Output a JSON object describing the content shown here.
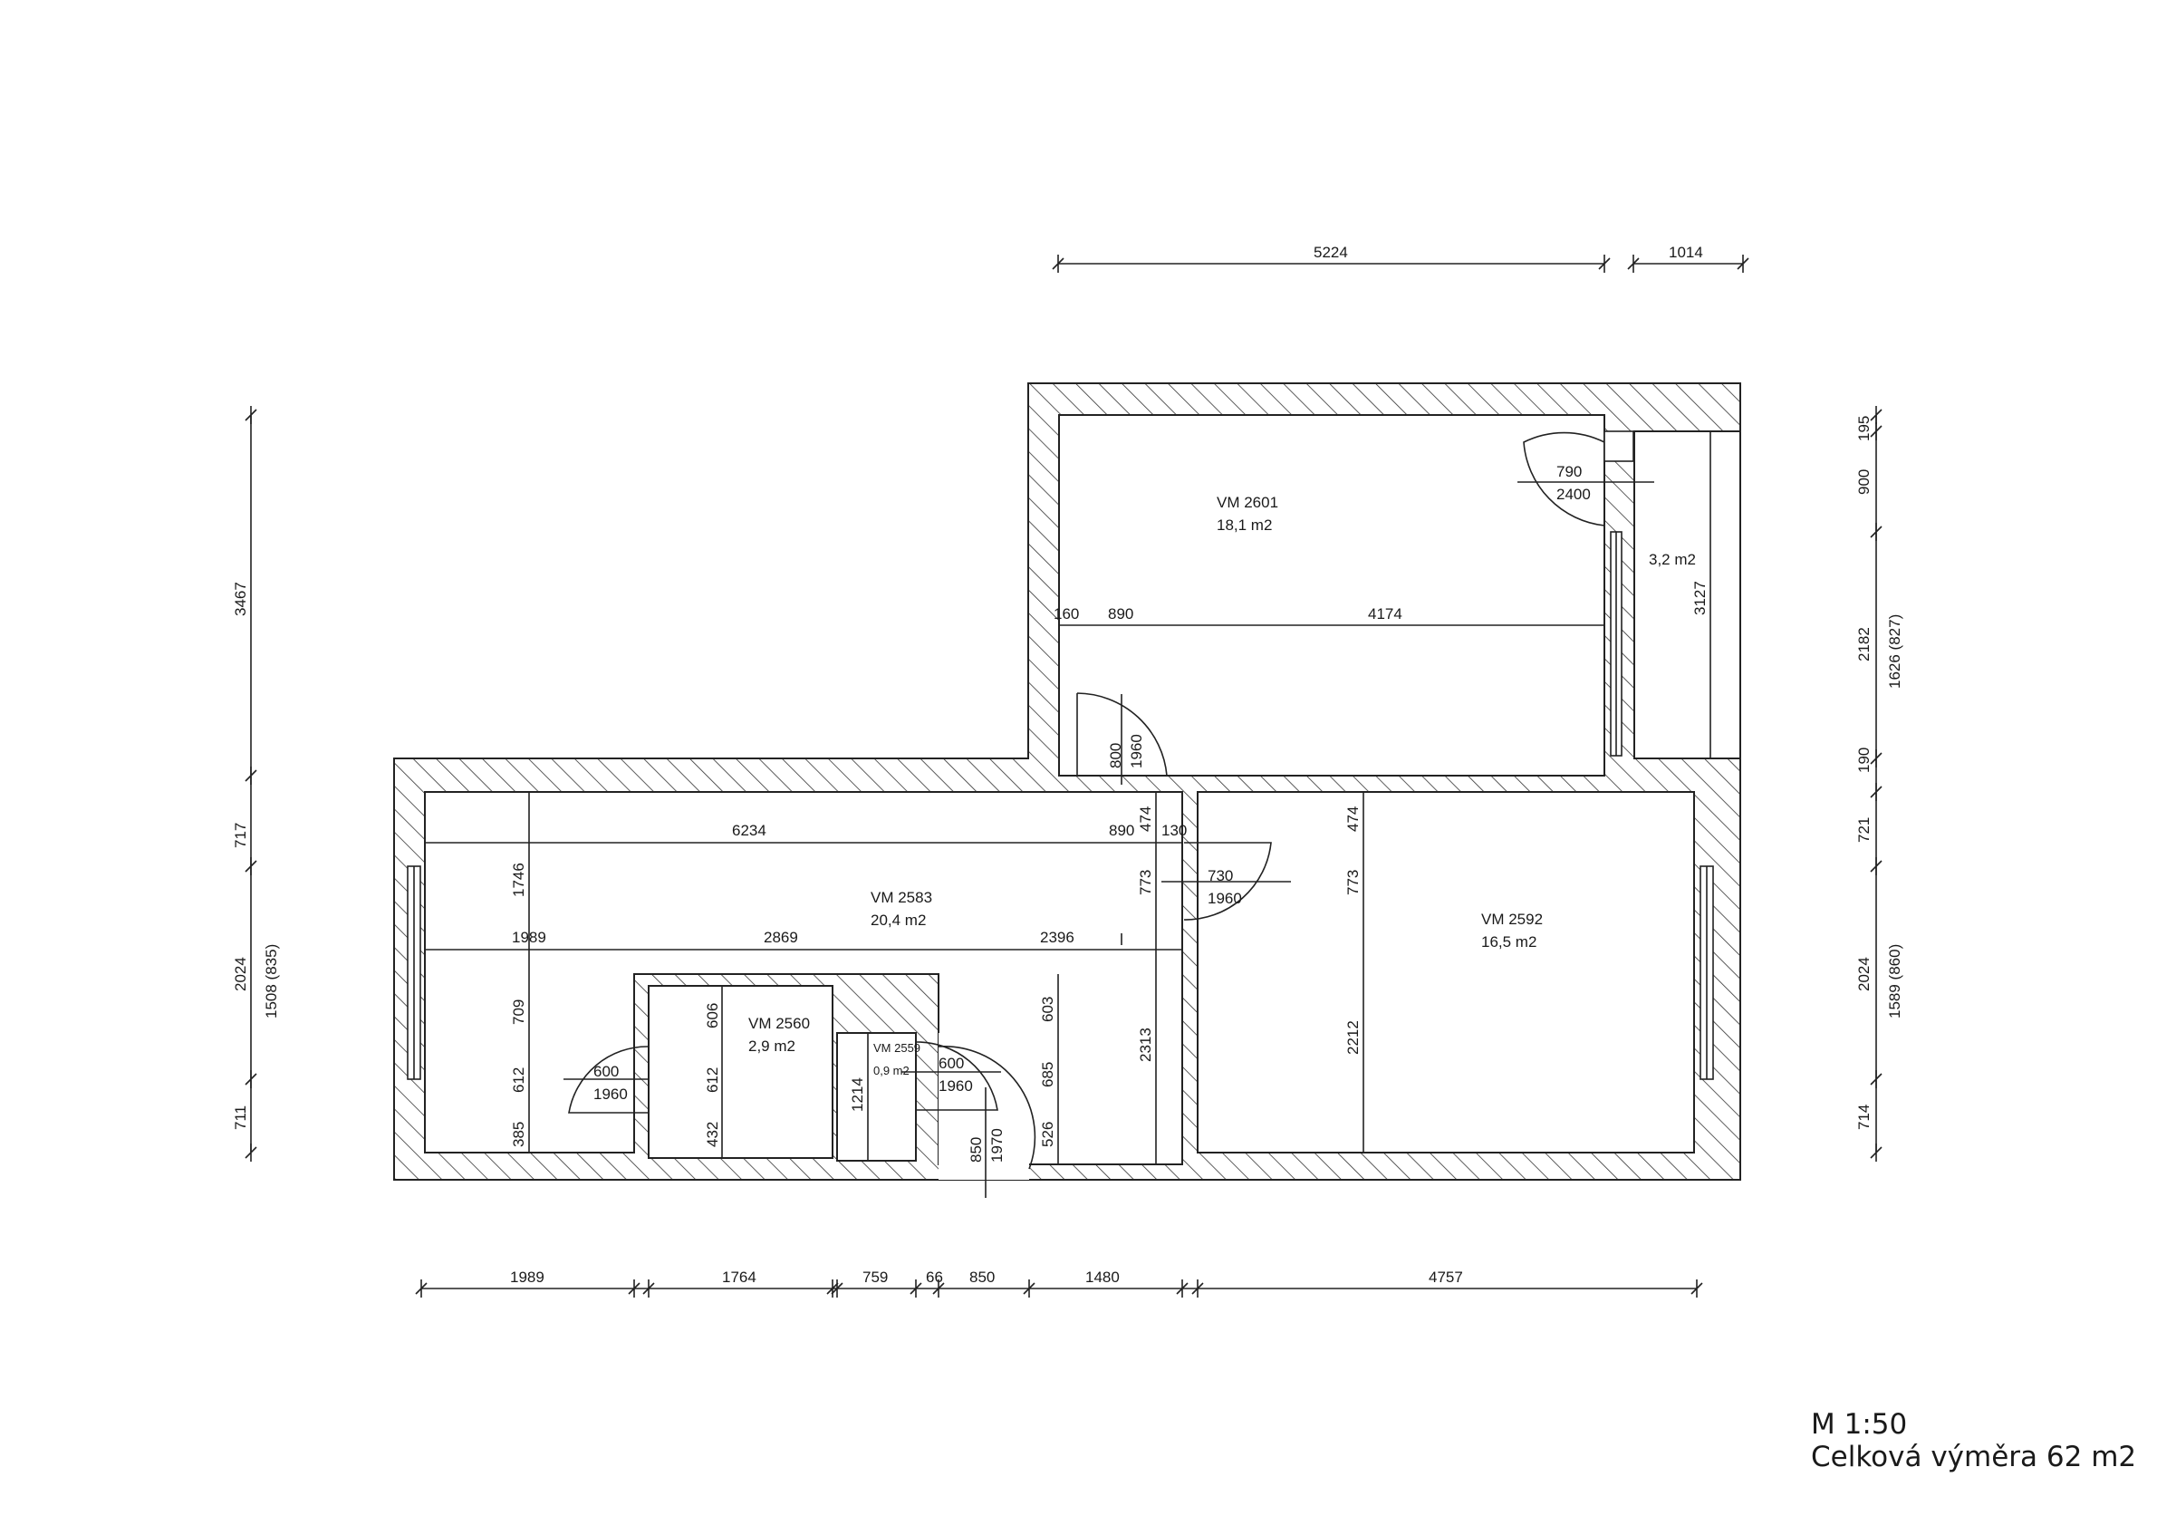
{
  "scale": "M 1:50",
  "total_area": "Celková výměra 62 m2",
  "rooms": [
    {
      "id": "VM 2601",
      "area": "18,1 m2"
    },
    {
      "id": "",
      "area": "3,2 m2"
    },
    {
      "id": "VM 2583",
      "area": "20,4 m2"
    },
    {
      "id": "VM 2592",
      "area": "16,5 m2"
    },
    {
      "id": "VM 2560",
      "area": "2,9 m2"
    },
    {
      "id": "VM 2559",
      "area": "0,9 m2"
    }
  ],
  "doors": [
    {
      "width": "790",
      "height": "2400"
    },
    {
      "width": "800",
      "height": "1960"
    },
    {
      "width": "730",
      "height": "1960"
    },
    {
      "width": "600",
      "height": "1960"
    },
    {
      "width": "600",
      "height": "1960"
    },
    {
      "width": "850",
      "height": "1970"
    }
  ],
  "dimensions": {
    "top": [
      "5224",
      "1014"
    ],
    "bottom": [
      "1989",
      "1764",
      "759",
      "66",
      "850",
      "1480",
      "4757"
    ],
    "left": [
      "3467",
      "717",
      "2024",
      "1508 (835)",
      "711"
    ],
    "right": [
      "195",
      "900",
      "2182",
      "1626 (827)",
      "190",
      "721",
      "2024",
      "1589 (860)",
      "714"
    ],
    "interior": {
      "upper_row": [
        "160",
        "890",
        "4174"
      ],
      "right_room_depth": "3127",
      "hall_width": "6234",
      "hall_door_gap": [
        "890",
        "130"
      ],
      "hall_depth": "1746",
      "hall_segments": [
        "1989",
        "2869",
        "2396"
      ],
      "bath_col": [
        "709",
        "612",
        "385"
      ],
      "room2560_col": [
        "606",
        "612",
        "432"
      ],
      "wc_depth": "1214",
      "corridor_col": [
        "603",
        "685",
        "526"
      ],
      "corridor_depth": "2313",
      "doorway_col": [
        "474",
        "773"
      ],
      "room2592_col": [
        "474",
        "773",
        "2212"
      ]
    }
  }
}
